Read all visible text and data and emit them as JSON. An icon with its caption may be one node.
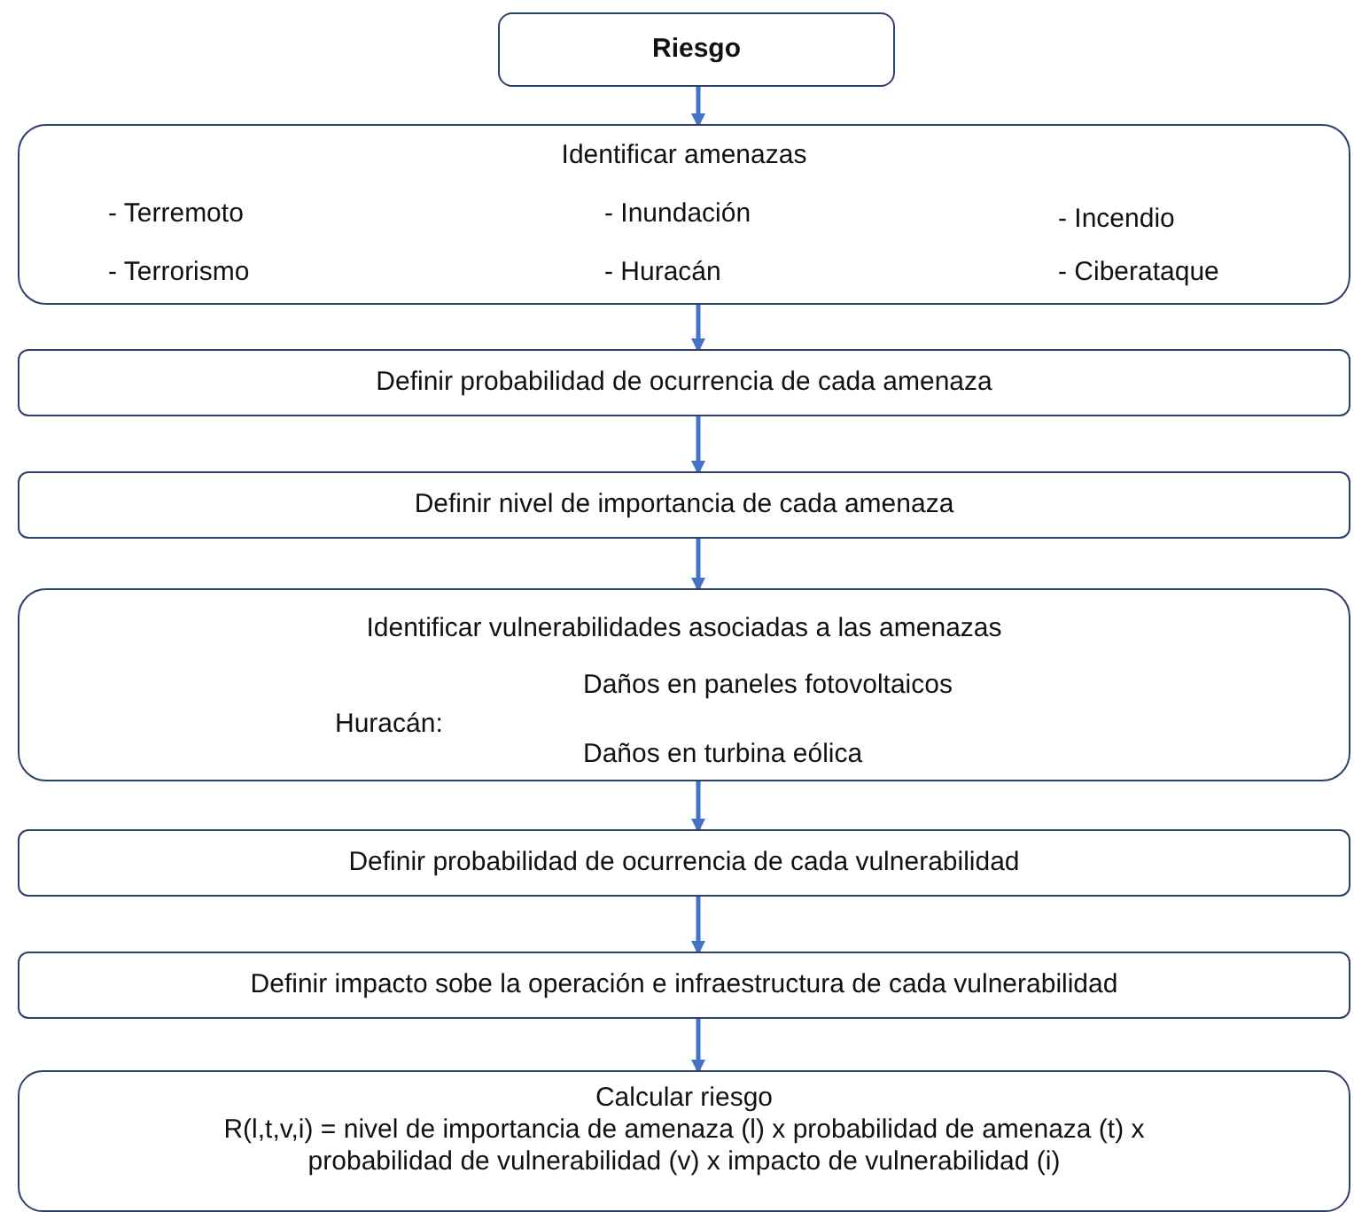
{
  "diagram": {
    "nodes": [
      {
        "text": [
          "Riesgo"
        ]
      },
      {
        "text": [
          "Identificar amenazas",
          "- Terremoto",
          "- Inundación",
          "- Incendio",
          "- Terrorismo",
          "- Huracán",
          "- Ciberataque"
        ]
      },
      {
        "text": [
          "Definir probabilidad de ocurrencia de cada amenaza"
        ]
      },
      {
        "text": [
          "Definir nivel de importancia de cada amenaza"
        ]
      },
      {
        "text": [
          "Identificar vulnerabilidades asociadas a las amenazas",
          "Huracán:",
          "Daños en paneles fotovoltaicos",
          "Daños en turbina eólica"
        ]
      },
      {
        "text": [
          "Definir probabilidad de ocurrencia de cada vulnerabilidad"
        ]
      },
      {
        "text": [
          "Definir impacto sobe la operación e infraestructura de cada vulnerabilidad"
        ]
      },
      {
        "text": [
          "Calcular riesgo",
          "R(l,t,v,i) = nivel de importancia de amenaza (l) x probabilidad de amenaza (t) x probabilidad de vulnerabilidad (v) x impacto de vulnerabilidad (i)"
        ]
      }
    ],
    "edges": [
      {
        "from": 0,
        "to": 1,
        "arrow": "to"
      },
      {
        "from": 1,
        "to": 2,
        "arrow": "to"
      },
      {
        "from": 2,
        "to": 3,
        "arrow": "to"
      },
      {
        "from": 3,
        "to": 4,
        "arrow": "to"
      },
      {
        "from": 4,
        "to": 5,
        "arrow": "to"
      },
      {
        "from": 5,
        "to": 6,
        "arrow": "to"
      },
      {
        "from": 6,
        "to": 7,
        "arrow": "to"
      }
    ]
  }
}
